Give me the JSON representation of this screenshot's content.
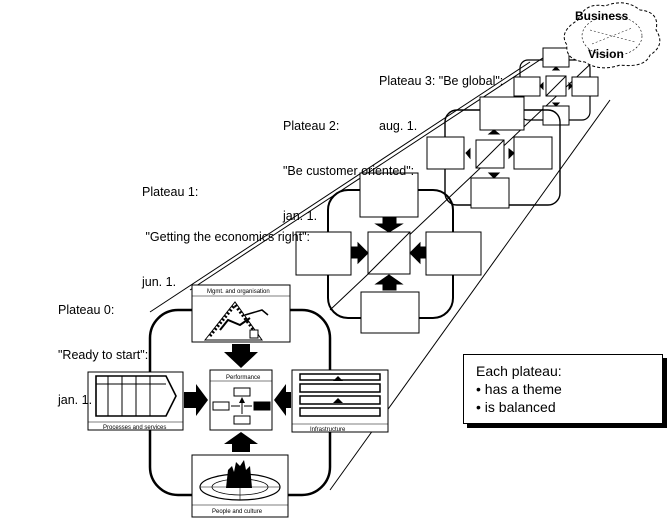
{
  "plateaus": [
    {
      "name": "Plateau 0:",
      "theme": "\"Ready to start\":",
      "date": "jan. 1."
    },
    {
      "name": "Plateau 1:",
      "theme": " \"Getting the economics right\":",
      "date": "jun. 1."
    },
    {
      "name": "Plateau 2:",
      "theme": "\"Be customer oriented\":",
      "date": "jan. 1."
    },
    {
      "name": "Plateau 3:",
      "theme": "\"Be global\":",
      "date": "aug. 1."
    }
  ],
  "vision": {
    "line1": "Business",
    "line2": "Vision"
  },
  "modules": {
    "top": "Mgmt. and organisation",
    "center": "Performance",
    "left": "Processes and services",
    "right": "Infrastructure",
    "bottom": "People and culture"
  },
  "callout": {
    "title": "Each plateau:",
    "items": [
      "• has a theme",
      "• is balanced"
    ]
  }
}
